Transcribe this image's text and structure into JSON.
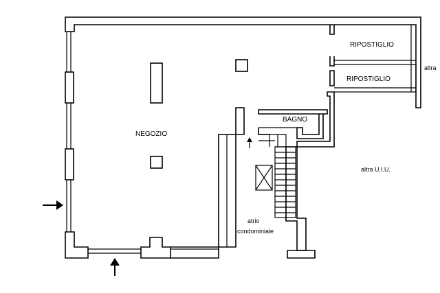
{
  "rooms": {
    "negozio": "NEGOZIO",
    "ripostiglio_1": "RIPOSTIGLIO",
    "ripostiglio_2": "RIPOSTIGLIO",
    "bagno": "BAGNO",
    "atrio_line1": "atrio",
    "atrio_line2": "condominiale",
    "altra_uiu": "altra U.I.U.",
    "altra_cut": "altra"
  },
  "entrances": [
    "left entrance arrow",
    "bottom entrance arrow"
  ]
}
